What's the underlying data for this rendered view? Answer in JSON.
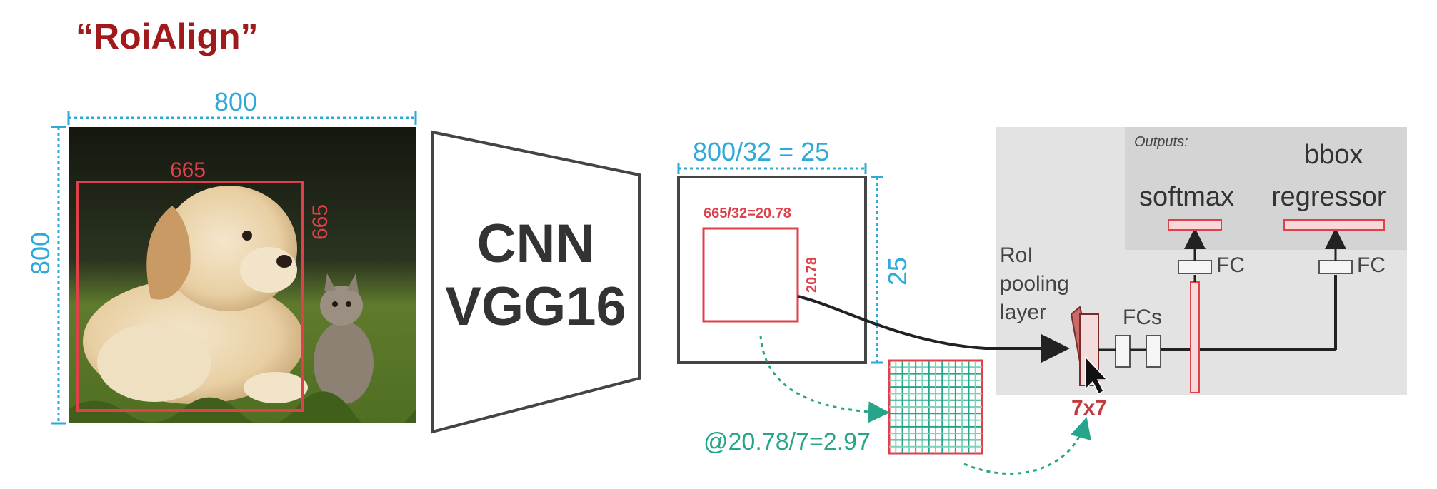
{
  "title": "“RoiAlign”",
  "image": {
    "width_label": "800",
    "height_label": "800",
    "roi_width_label": "665",
    "roi_height_label": "665"
  },
  "cnn": {
    "line1": "CNN",
    "line2": "VGG16"
  },
  "feature_map": {
    "width_label": "800/32 = 25",
    "height_label": "25",
    "roi_width_label": "665/32=20.78",
    "roi_height_label": "20.78"
  },
  "pooling": {
    "grid_label": "@20.78/7=2.97",
    "output_size_label": "7x7",
    "grid_cells": 7
  },
  "head": {
    "roi_pooling_label": [
      "RoI",
      "pooling",
      "layer"
    ],
    "fcs_label": "FCs",
    "outputs_label": "Outputs:",
    "softmax_label": "softmax",
    "bbox_label_line1": "bbox",
    "bbox_label_line2": "regressor",
    "fc_label": "FC"
  },
  "colors": {
    "title": "#a01a1c",
    "dimension_lines": "#2fa9d8",
    "roi_box": "#e0404a",
    "pooling_grid": "#27a58a",
    "head_panel": "#e3e3e3",
    "outputs_panel": "#d4d4d4"
  }
}
